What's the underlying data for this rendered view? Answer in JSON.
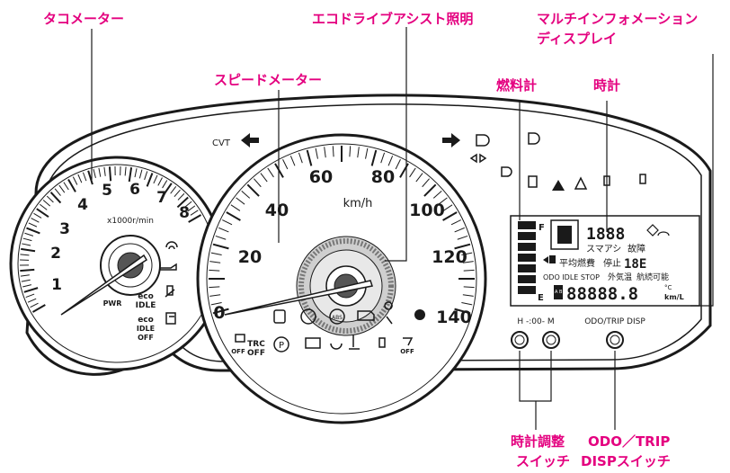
{
  "callouts": {
    "tachometer": "タコメーター",
    "eco_drive_light": "エコドライブアシスト照明",
    "mid_line1": "マルチインフォメーション",
    "mid_line2": "ディスプレイ",
    "speedometer": "スピードメーター",
    "fuel_gauge": "燃料計",
    "clock": "時計",
    "clock_switch_line1": "時計調整",
    "clock_switch_line2": "スイッチ",
    "odo_switch_line1": "ODO／TRIP",
    "odo_switch_line2": "DISPスイッチ"
  },
  "tachometer": {
    "ticks": [
      "1",
      "2",
      "3",
      "4",
      "5",
      "6",
      "7",
      "8"
    ],
    "unit": "x1000r/min",
    "pwr": "PWR",
    "eco_idle": [
      "eco",
      "IDLE"
    ],
    "eco_idle_off": [
      "eco",
      "IDLE",
      "OFF"
    ]
  },
  "speedometer": {
    "ticks": [
      "0",
      "20",
      "40",
      "60",
      "80",
      "100",
      "120",
      "140"
    ],
    "unit": "km/h"
  },
  "indicators": {
    "cvt": "CVT",
    "trc_off": [
      "TRC",
      "OFF"
    ],
    "abs": "ABS",
    "p": "P",
    "off": "OFF"
  },
  "display": {
    "fuel_full": "F",
    "fuel_empty": "E",
    "digits_top": "1888",
    "smartkey": "スマアシ",
    "fault": "故障",
    "avg_fuel": "平均燃費",
    "stop": "停止",
    "stop_digits": "18E",
    "row2": "ODO IDLE STOP",
    "outside_temp": "外気温",
    "range": "航続可能",
    "ab": "A B",
    "odo_digits": "88888.8",
    "km_l": "km/L",
    "deg_c": "°C"
  },
  "switches": {
    "clock_label": "H -:00- M",
    "odo_label": "ODO/TRIP DISP"
  },
  "colors": {
    "callout": "#e4007f",
    "line": "#1a1a1a",
    "fill": "#ffffff"
  }
}
